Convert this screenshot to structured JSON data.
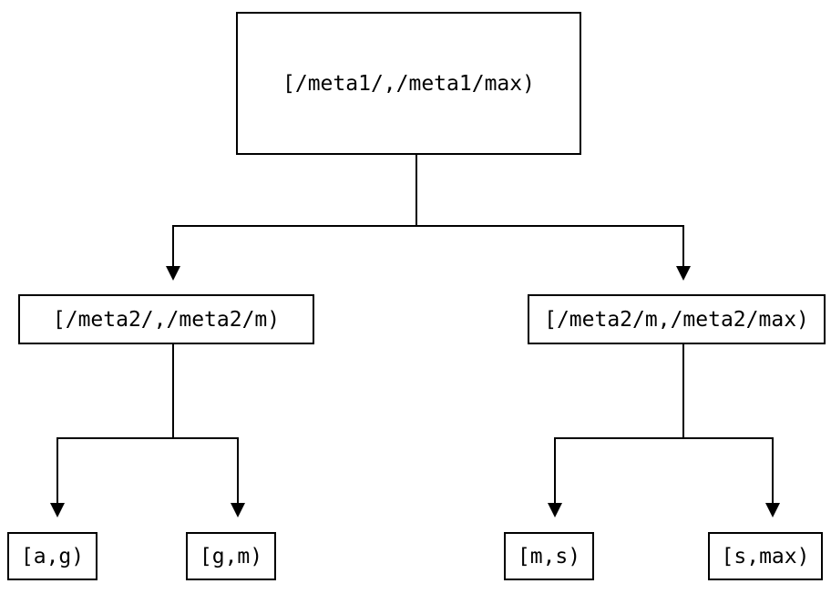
{
  "diagram": {
    "type": "tree",
    "background_color": "#ffffff",
    "line_color": "#000000",
    "box_border_color": "#000000",
    "text_color": "#000000",
    "arrow_style": "filled-triangle-down",
    "nodes": {
      "root": {
        "label": "[/meta1/,/meta1/max)"
      },
      "left": {
        "label": "[/meta2/,/meta2/m)"
      },
      "right": {
        "label": "[/meta2/m,/meta2/max)"
      },
      "leaf_ag": {
        "label": "[a,g)"
      },
      "leaf_gm": {
        "label": "[g,m)"
      },
      "leaf_ms": {
        "label": "[m,s)"
      },
      "leaf_smax": {
        "label": "[s,max)"
      }
    },
    "edges": [
      {
        "from": "root",
        "to": "left"
      },
      {
        "from": "root",
        "to": "right"
      },
      {
        "from": "left",
        "to": "leaf_ag"
      },
      {
        "from": "left",
        "to": "leaf_gm"
      },
      {
        "from": "right",
        "to": "leaf_ms"
      },
      {
        "from": "right",
        "to": "leaf_smax"
      }
    ]
  }
}
